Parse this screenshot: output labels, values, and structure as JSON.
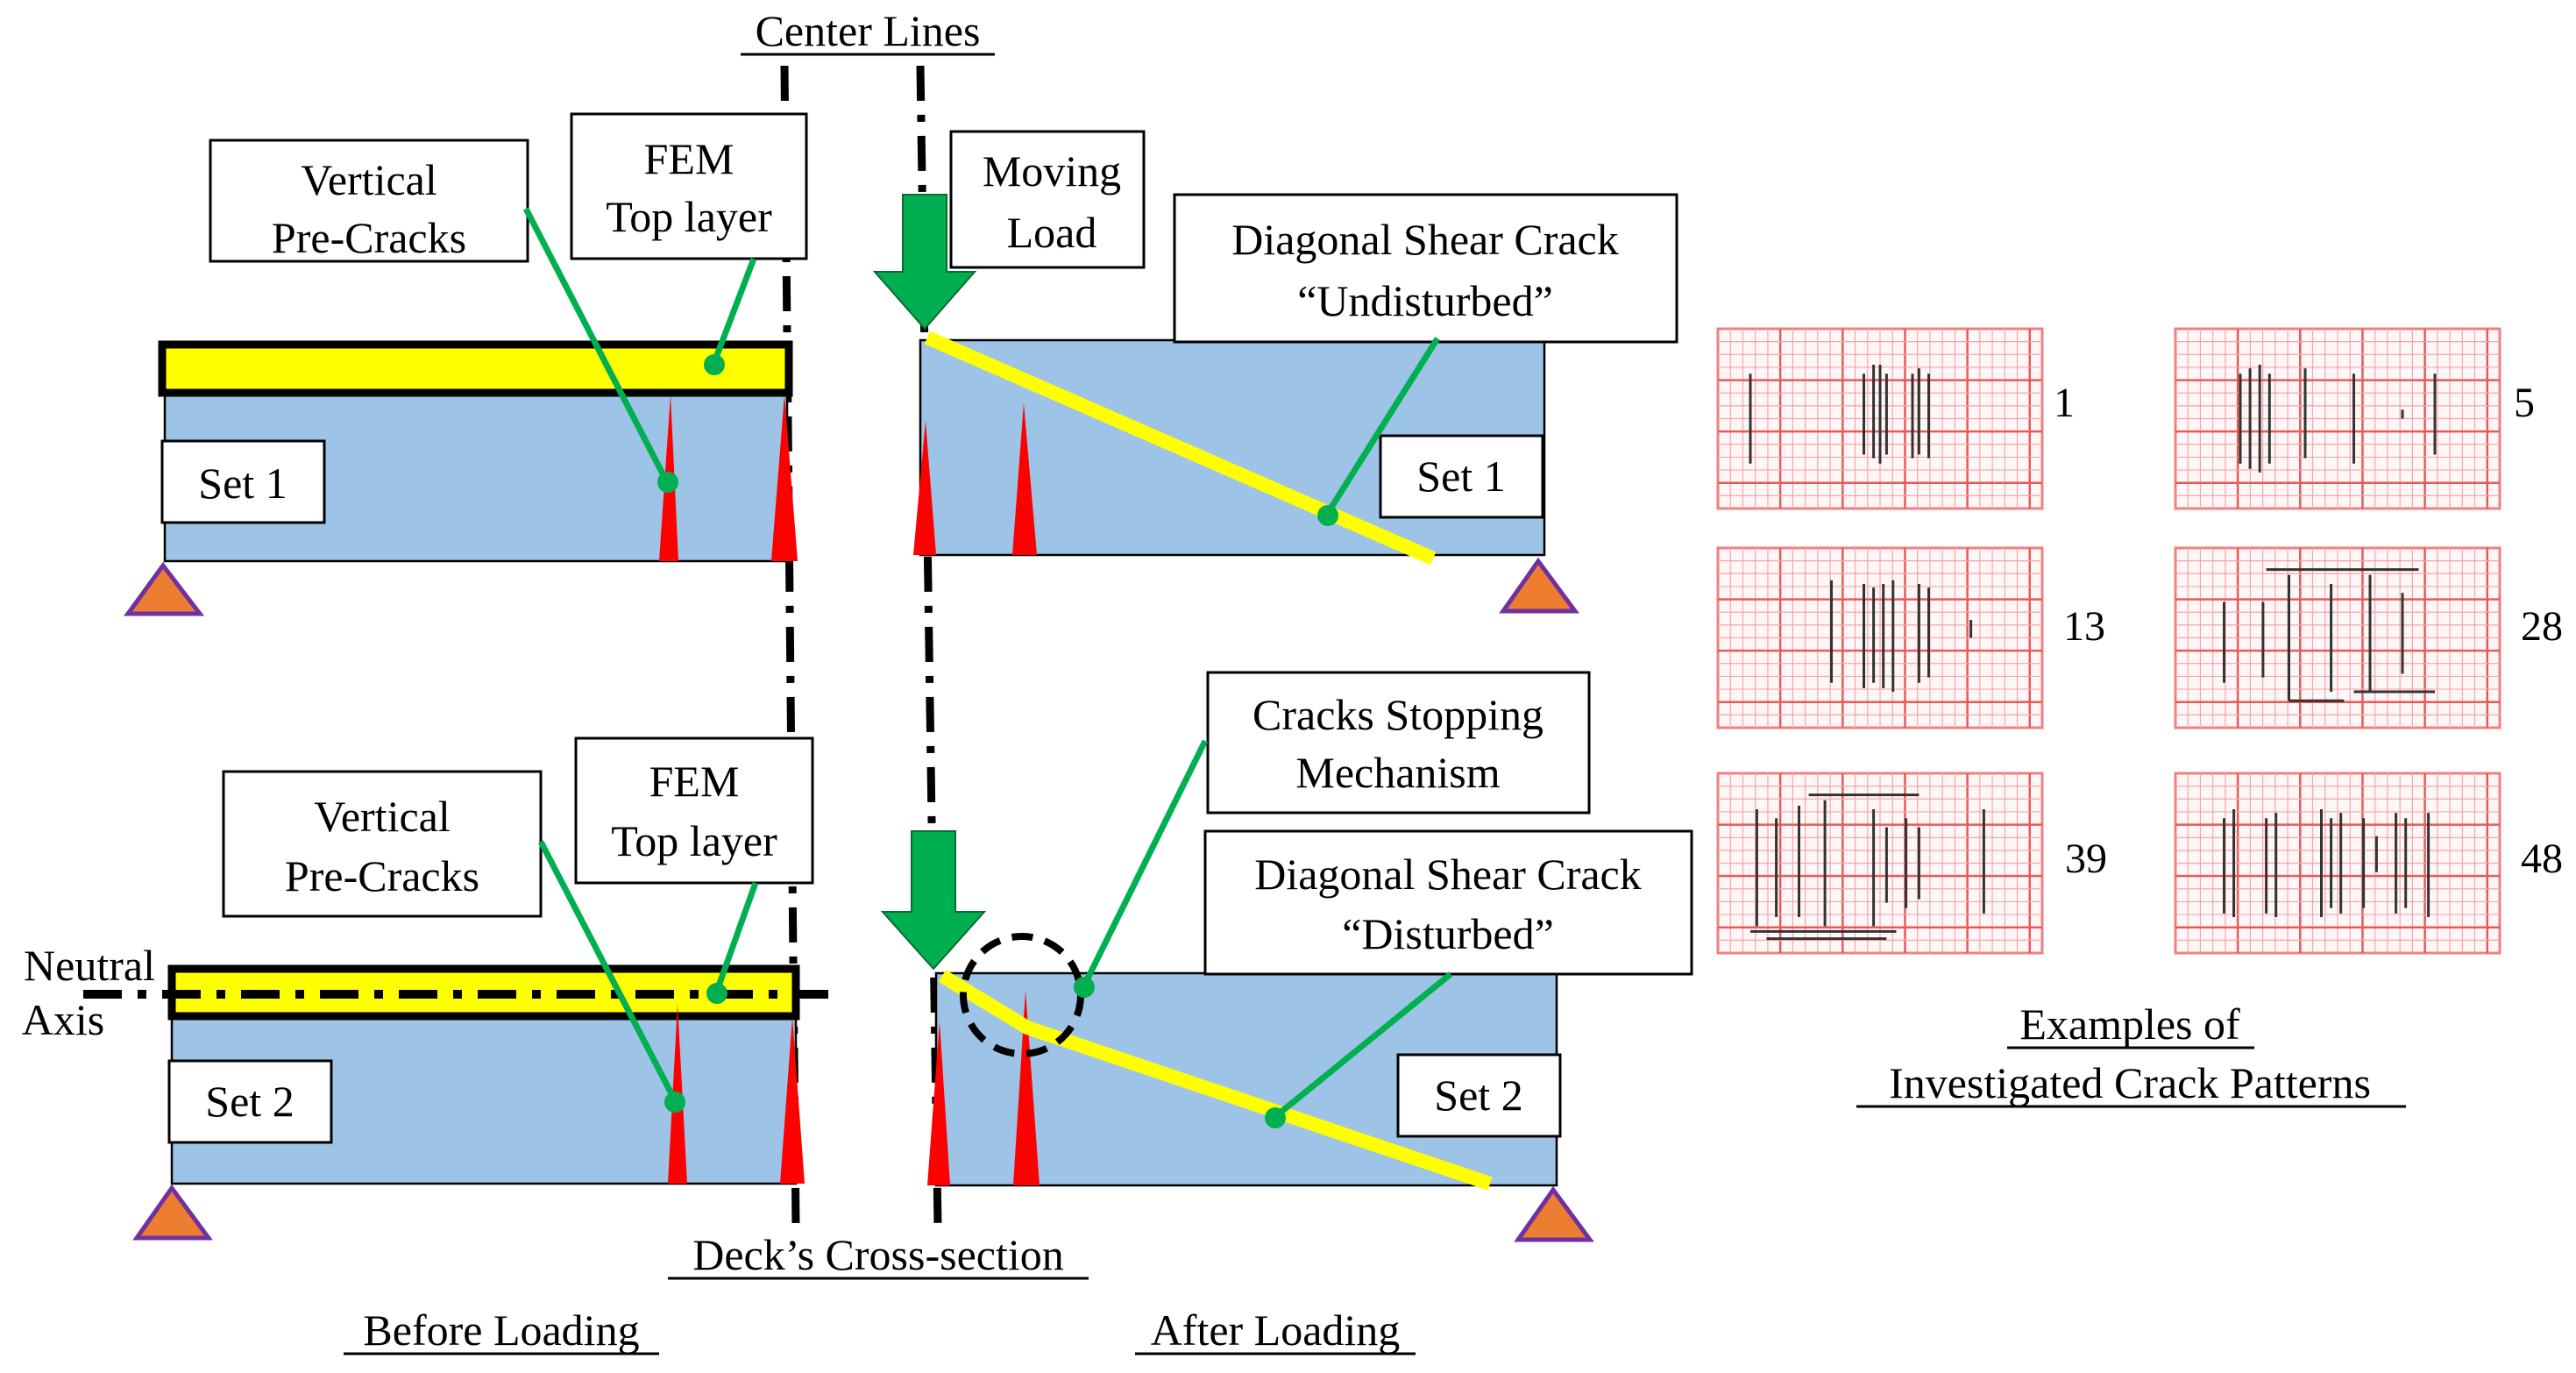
{
  "labels": {
    "center_lines": "Center Lines",
    "vertical_precracks_1a": "Vertical",
    "vertical_precracks_1b": "Pre-Cracks",
    "fem_top_1a": "FEM",
    "fem_top_1b": "Top layer",
    "moving_load_a": "Moving",
    "moving_load_b": "Load",
    "diag_undisturbed_a": "Diagonal Shear Crack",
    "diag_undisturbed_b": "“Undisturbed”",
    "set1_left": "Set 1",
    "set1_right": "Set 1",
    "cracks_stopping_a": "Cracks Stopping",
    "cracks_stopping_b": "Mechanism",
    "vertical_precracks_2a": "Vertical",
    "vertical_precracks_2b": "Pre-Cracks",
    "fem_top_2a": "FEM",
    "fem_top_2b": "Top layer",
    "diag_disturbed_a": "Diagonal Shear Crack",
    "diag_disturbed_b": "“Disturbed”",
    "neutral_a": "Neutral",
    "neutral_b": "Axis",
    "set2_left": "Set 2",
    "set2_right": "Set 2",
    "deck_cross_section": "Deck’s Cross-section",
    "before_loading": "Before Loading",
    "after_loading": "After Loading",
    "examples_a": "Examples of",
    "examples_b": "Investigated Crack Patterns"
  },
  "patterns": [
    "1",
    "5",
    "13",
    "28",
    "39",
    "48"
  ],
  "colors": {
    "beam": "#9dc3e6",
    "fem_layer": "#ffff00",
    "crack": "#ff0000",
    "leader": "#00b050",
    "support": "#ed7d31",
    "load_arrow": "#00b050"
  }
}
